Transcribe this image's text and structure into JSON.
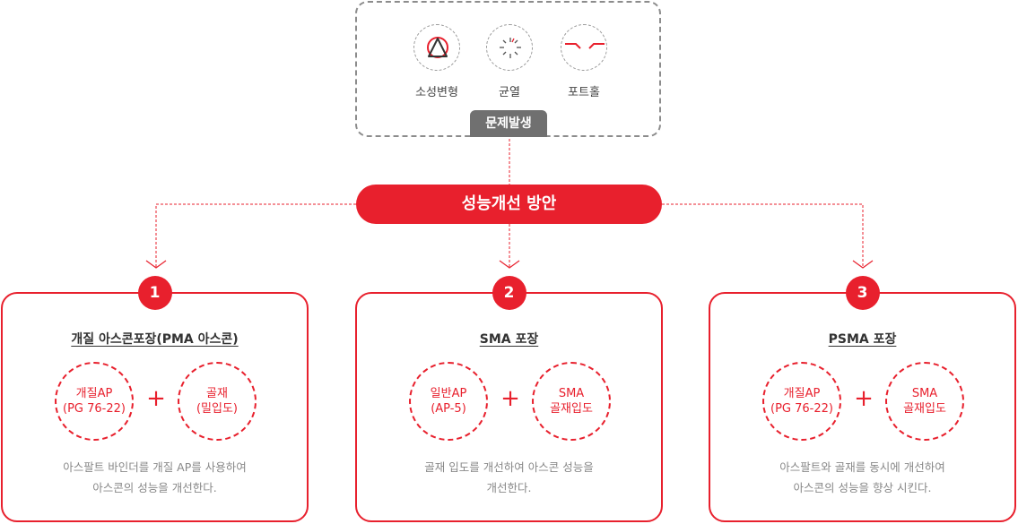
{
  "problem": {
    "issues": [
      {
        "label": "소성변형",
        "icon": "rutting-icon"
      },
      {
        "label": "균열",
        "icon": "crack-icon"
      },
      {
        "label": "포트홀",
        "icon": "pothole-icon"
      }
    ],
    "tag": "문제발생"
  },
  "center": {
    "label": "성능개선 방안"
  },
  "solutions": [
    {
      "number": "1",
      "title": "개질 아스콘포장(PMA 아스콘)",
      "left": {
        "line1": "개질AP",
        "line2": "(PG 76-22)"
      },
      "right": {
        "line1": "골재",
        "line2": "(밀입도)"
      },
      "plus": "+",
      "desc1": "아스팔트 바인더를 개질 AP를 사용하여",
      "desc2": "아스콘의 성능을 개선한다."
    },
    {
      "number": "2",
      "title": "SMA 포장",
      "left": {
        "line1": "일반AP",
        "line2": "(AP-5)"
      },
      "right": {
        "line1": "SMA",
        "line2": "골재입도"
      },
      "plus": "+",
      "desc1": "골재 입도를 개선하여 아스콘 성능을",
      "desc2": "개선한다."
    },
    {
      "number": "3",
      "title": "PSMA 포장",
      "left": {
        "line1": "개질AP",
        "line2": "(PG 76-22)"
      },
      "right": {
        "line1": "SMA",
        "line2": "골재입도"
      },
      "plus": "+",
      "desc1": "아스팔트와 골재를 동시에 개선하여",
      "desc2": "아스콘의 성능을 향상 시킨다."
    }
  ],
  "colors": {
    "accent": "#e8202d",
    "gray": "#707070",
    "text": "#333333",
    "muted": "#888888"
  }
}
